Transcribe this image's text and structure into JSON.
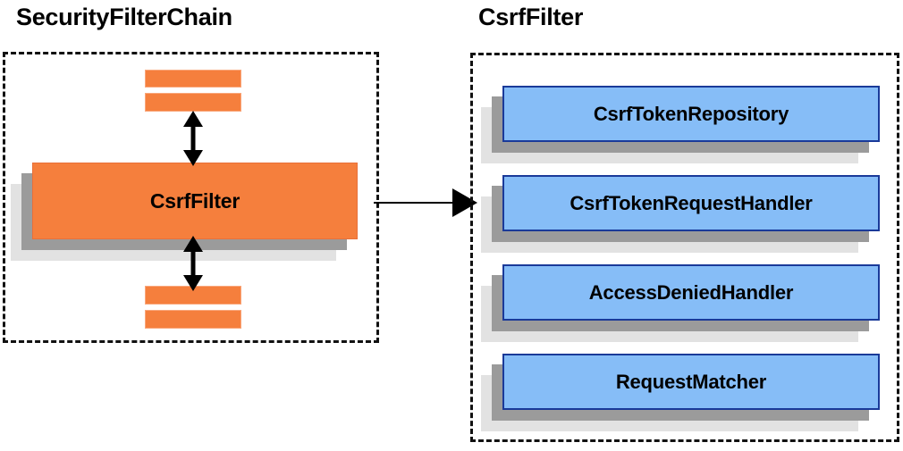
{
  "diagram": {
    "type": "component-relationship-diagram",
    "background_color": "#ffffff",
    "panels": [
      {
        "id": "security-filter-chain",
        "title": "SecurityFilterChain",
        "border_style": "dashed",
        "border_color": "#111111",
        "items": [
          {
            "label": "",
            "kind": "bar",
            "color": "#f57f3d"
          },
          {
            "label": "",
            "kind": "bar",
            "color": "#f57f3d"
          },
          {
            "label": "CsrfFilter",
            "kind": "stacked-box",
            "color": "#f57f3d"
          },
          {
            "label": "",
            "kind": "bar",
            "color": "#f57f3d"
          },
          {
            "label": "",
            "kind": "bar",
            "color": "#f57f3d"
          }
        ]
      },
      {
        "id": "csrf-filter",
        "title": "CsrfFilter",
        "border_style": "dashed",
        "border_color": "#111111",
        "items": [
          {
            "label": "CsrfTokenRepository",
            "kind": "stacked-box",
            "color": "#86bdf7"
          },
          {
            "label": "CsrfTokenRequestHandler",
            "kind": "stacked-box",
            "color": "#86bdf7"
          },
          {
            "label": "AccessDeniedHandler",
            "kind": "stacked-box",
            "color": "#86bdf7"
          },
          {
            "label": "RequestMatcher",
            "kind": "stacked-box",
            "color": "#86bdf7"
          }
        ]
      }
    ],
    "connectors": [
      {
        "id": "chain-above-to-csrffilter",
        "style": "double-headed-vertical",
        "color": "#000000"
      },
      {
        "id": "csrffilter-to-chain-below",
        "style": "double-headed-vertical",
        "color": "#000000"
      },
      {
        "id": "csrffilter-to-detail",
        "style": "single-headed-horizontal",
        "color": "#000000"
      }
    ],
    "colors": {
      "orange_fill": "#f57f3d",
      "orange_border": "#e8703a",
      "blue_fill": "#86bdf7",
      "blue_border": "#1a3a99",
      "shadow_dark": "#9b9b9b",
      "shadow_light": "#e2e2e2",
      "text": "#000000"
    }
  }
}
